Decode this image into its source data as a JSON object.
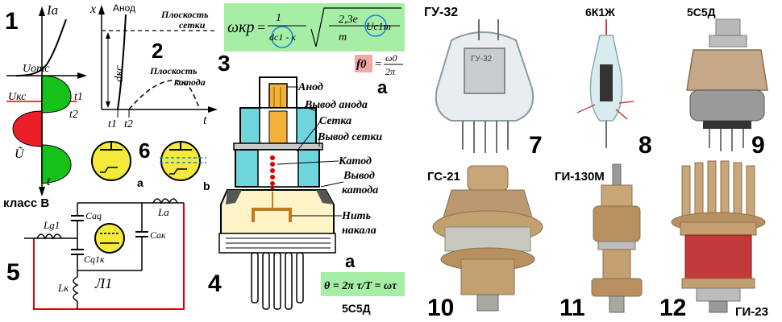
{
  "panel1": {
    "number": "1",
    "axis_y": "Ia",
    "u_otc": "Uотс",
    "u_kc": "Uкс",
    "t1": "t1",
    "t2": "t2",
    "u_tilde": "Ũ",
    "t": "t",
    "class_label": "класс B"
  },
  "panel2": {
    "number": "2",
    "axis_y": "x",
    "anode": "Анод",
    "grid_plane_1": "Плоскость",
    "grid_plane_2": "сетки",
    "d_kc": "dкс",
    "cathode_plane_1": "Плоскость",
    "cathode_plane_2": "катода",
    "t1": "t1",
    "t2": "t2",
    "t": "t"
  },
  "formula1": {
    "omega": "ωкр",
    "equals": "=",
    "numerator": "1",
    "denominator": "dс1 - к",
    "root_num": "2,3e",
    "root_den": "m",
    "u_term": "Uс1m"
  },
  "formula2": {
    "f0": "f0",
    "equals": "=",
    "num": "ω0",
    "den": "2π"
  },
  "formula3": {
    "text": "θ = 2π τ/T = ωτ"
  },
  "panel3": {
    "number": "3",
    "sub": "а",
    "anode": "Анод",
    "anode_lead": "Вывод анода",
    "grid": "Сетка",
    "grid_lead": "Вывод сетки",
    "cathode": "Катод",
    "cathode_lead_1": "Вывод",
    "cathode_lead_2": "катода",
    "filament_1": "Нить",
    "filament_2": "накала"
  },
  "panel4": {
    "number": "4",
    "sub": "а",
    "tube_name": "5С5Д"
  },
  "panel5": {
    "number": "5",
    "lg1": "Lg1",
    "la": "La",
    "cag": "Caq",
    "cak": "Caк",
    "cgk": "Cq1к",
    "lk": "Lк",
    "l1": "Л1"
  },
  "panel6": {
    "number": "6",
    "a": "a",
    "b": "b"
  },
  "photos": [
    {
      "number": "7",
      "name": "ГУ-32"
    },
    {
      "number": "8",
      "name": "6К1Ж"
    },
    {
      "number": "9",
      "name": "5С5Д"
    },
    {
      "number": "10",
      "name": "ГС-21"
    },
    {
      "number": "11",
      "name": "ГИ-130М"
    },
    {
      "number": "12",
      "name": "ГИ-23"
    }
  ],
  "colors": {
    "green_fill": "#16c21a",
    "red_fill": "#ea1f2a",
    "yellow_tube": "#f3ea3b",
    "formula_bg": "#a6eea6",
    "f0_bg": "#f4a7a7",
    "cyan": "#6fd5dd",
    "copper": "#b38a5e",
    "red_wire": "#e00000"
  }
}
